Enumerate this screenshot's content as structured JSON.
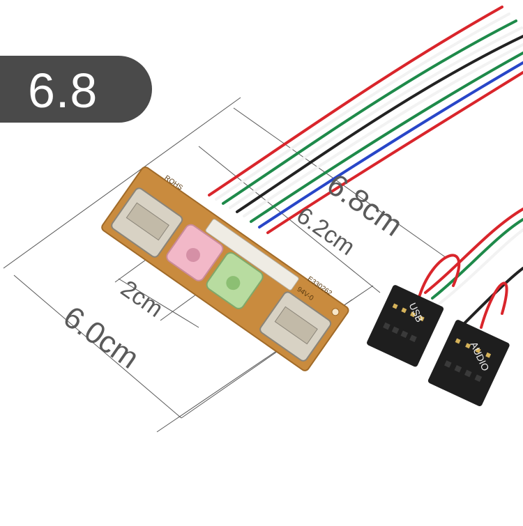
{
  "badge": {
    "label": "6.8"
  },
  "dimensions": {
    "total_length": "6.8cm",
    "connector_span": "6.2cm",
    "port_gap": "2cm",
    "board_length": "6.0cm"
  },
  "pcb_markings": {
    "rohs": "ROHS",
    "ul_code": "E330262",
    "rating": "94V-0"
  },
  "connectors": {
    "usb_label": "USB",
    "audio_label": "AUDIO"
  },
  "colors": {
    "badge_bg": "#4a4a4a",
    "pcb": "#c98b3e",
    "usb_metal": "#d8d2c4",
    "audio_pink": "#f2b8c8",
    "audio_green": "#b8dca0",
    "wire_red": "#d9252b",
    "wire_green": "#1e8a4a",
    "wire_black": "#222222",
    "wire_white": "#f2f2f2",
    "wire_blue": "#2846c8",
    "header_black": "#1e1e1e"
  }
}
